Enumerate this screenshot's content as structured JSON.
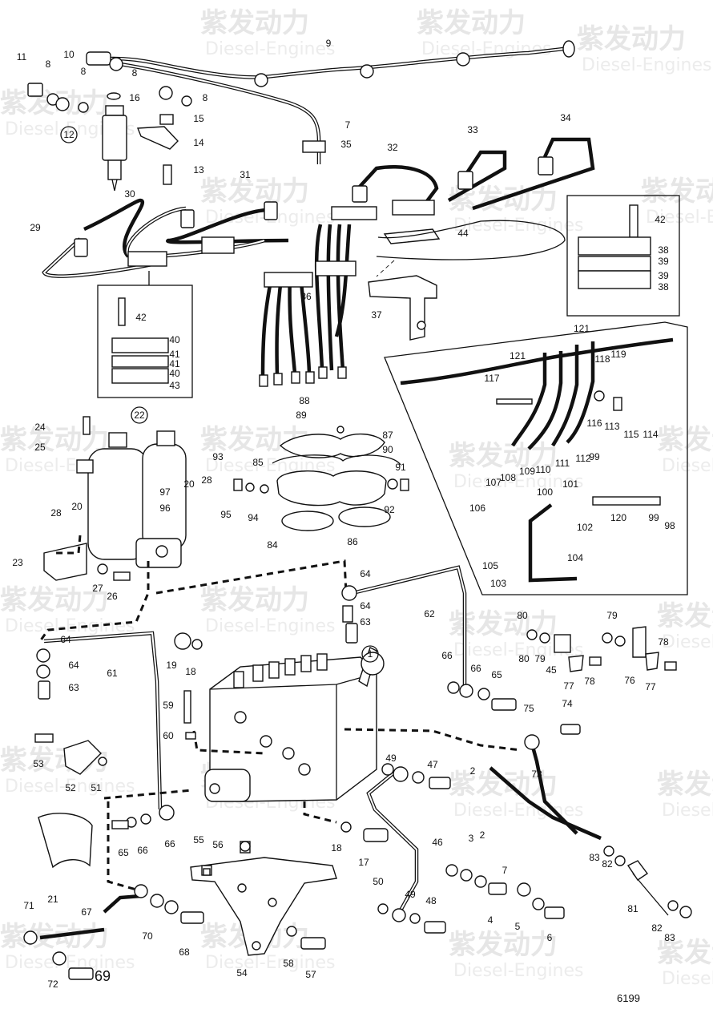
{
  "drawing": {
    "number": "6199",
    "watermark": {
      "logo_text": "紫发动力",
      "sub_text": "Diesel-Engines"
    },
    "callouts": [
      "1",
      "2",
      "3",
      "4",
      "5",
      "6",
      "7",
      "8",
      "9",
      "10",
      "11",
      "12",
      "13",
      "14",
      "15",
      "16",
      "17",
      "18",
      "19",
      "20",
      "21",
      "22",
      "23",
      "24",
      "25",
      "26",
      "27",
      "28",
      "29",
      "30",
      "31",
      "32",
      "33",
      "34",
      "35",
      "36",
      "37",
      "38",
      "39",
      "40",
      "41",
      "42",
      "43",
      "44",
      "45",
      "46",
      "47",
      "48",
      "49",
      "50",
      "51",
      "52",
      "53",
      "54",
      "55",
      "56",
      "57",
      "58",
      "59",
      "60",
      "61",
      "62",
      "63",
      "64",
      "65",
      "66",
      "67",
      "68",
      "69",
      "70",
      "71",
      "72",
      "73",
      "74",
      "75",
      "76",
      "77",
      "78",
      "79",
      "80",
      "81",
      "82",
      "83",
      "84",
      "85",
      "86",
      "87",
      "88",
      "89",
      "90",
      "91",
      "92",
      "93",
      "94",
      "95",
      "96",
      "97",
      "98",
      "99",
      "100",
      "101",
      "102",
      "103",
      "104",
      "105",
      "106",
      "107",
      "108",
      "109",
      "110",
      "111",
      "112",
      "113",
      "114",
      "115",
      "116",
      "117",
      "118",
      "119",
      "120",
      "121"
    ],
    "colors": {
      "line": "#111111",
      "background": "#ffffff",
      "watermark": "#e6e6e6"
    }
  }
}
